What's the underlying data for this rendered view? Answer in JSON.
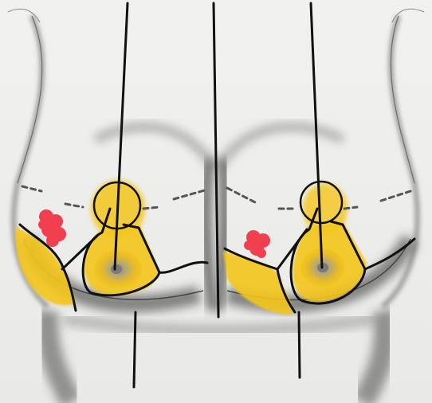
{
  "figure": {
    "kind": "surgical breast marking sketch",
    "style": "pencil drawing with marker annotations",
    "colors": {
      "paper": "#efefed",
      "pencil_shadow": "#7d7d7d",
      "ink": "#111111",
      "highlight_yellow": "#f4c61f",
      "lesion_red": "#f04050"
    },
    "annotations": [
      "midline-vertical-line",
      "left-meridian-line",
      "right-meridian-line",
      "left-inframammary-dashes",
      "right-inframammary-dashes",
      "left-nipple-circle",
      "right-nipple-circle",
      "left-areolar-keyhole-outline",
      "right-areolar-keyhole-outline",
      "left-lateral-yellow-flap",
      "right-lateral-yellow-flap",
      "left-red-lesion",
      "right-red-lesion",
      "left-lower-vertical-line",
      "right-lower-vertical-line"
    ]
  }
}
